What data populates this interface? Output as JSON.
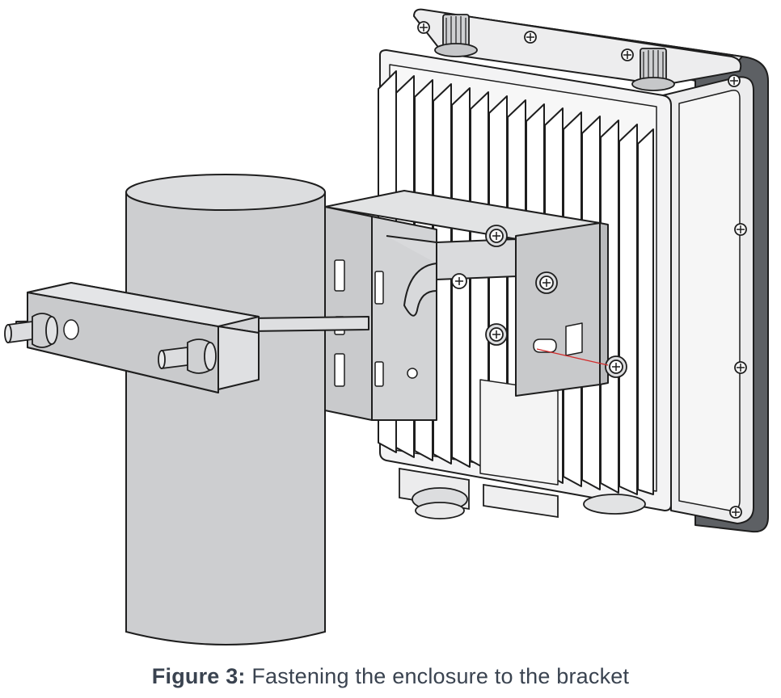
{
  "caption": {
    "label": "Figure 3:",
    "text": "Fastening the enclosure to the bracket"
  },
  "illustration": {
    "subject": "enclosure-mounted-on-pole-bracket"
  }
}
